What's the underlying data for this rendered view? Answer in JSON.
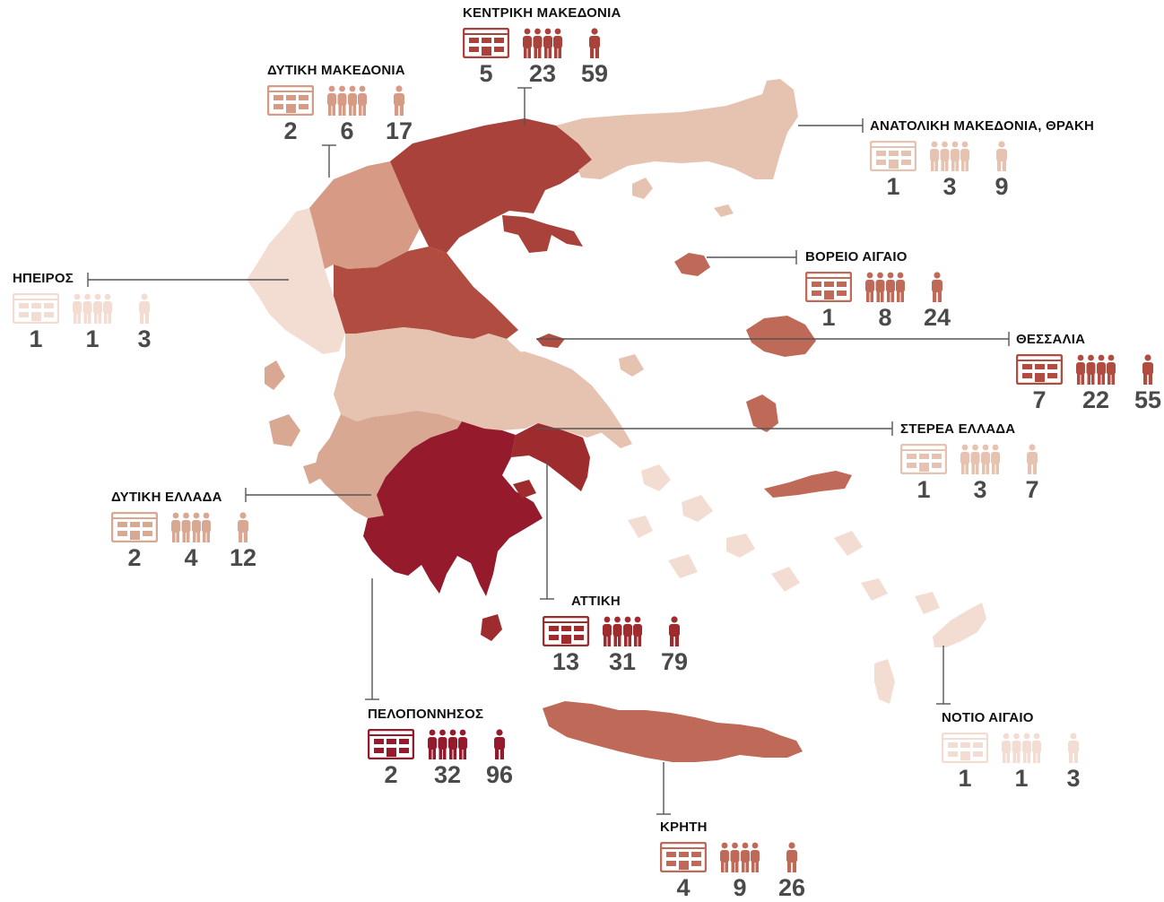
{
  "colors": {
    "level1": "#f3ddd2",
    "level2": "#e6c2b1",
    "level3": "#d69a85",
    "level4": "#bf6a58",
    "level5": "#a8423a",
    "level6": "#951a2b",
    "leader": "#555555",
    "number": "#4a4a4a"
  },
  "regions": [
    {
      "id": "kentriki-makedonia",
      "name": "ΚΕΝΤΡΙΚΗ ΜΑΚΕΔΟΝΙΑ",
      "schools": 5,
      "groups": 23,
      "people": 59,
      "color": "#a8423a"
    },
    {
      "id": "dytiki-makedonia",
      "name": "ΔΥΤΙΚΗ ΜΑΚΕΔΟΝΙΑ",
      "schools": 2,
      "groups": 6,
      "people": 17,
      "color": "#d69a85"
    },
    {
      "id": "anatoliki-makedonia-thraki",
      "name": "ΑΝΑΤΟΛΙΚΗ ΜΑΚΕΔΟΝΙΑ, ΘΡΑΚΗ",
      "schools": 1,
      "groups": 3,
      "people": 9,
      "color": "#e6c2b1"
    },
    {
      "id": "ipeiros",
      "name": "ΗΠΕΙΡΟΣ",
      "schools": 1,
      "groups": 1,
      "people": 3,
      "color": "#f3ddd2"
    },
    {
      "id": "voreio-aigaio",
      "name": "ΒΟΡΕΙΟ ΑΙΓΑΙΟ",
      "schools": 1,
      "groups": 8,
      "people": 24,
      "color": "#bf6a58"
    },
    {
      "id": "thessalia",
      "name": "ΘΕΣΣΑΛΙΑ",
      "schools": 7,
      "groups": 22,
      "people": 55,
      "color": "#b04c40"
    },
    {
      "id": "sterea-ellada",
      "name": "ΣΤΕΡΕΑ ΕΛΛΑΔΑ",
      "schools": 1,
      "groups": 3,
      "people": 7,
      "color": "#e6c2b1"
    },
    {
      "id": "dytiki-ellada",
      "name": "ΔΥΤΙΚΗ ΕΛΛΑΔΑ",
      "schools": 2,
      "groups": 4,
      "people": 12,
      "color": "#d9a893"
    },
    {
      "id": "attiki",
      "name": "ΑΤΤΙΚΗ",
      "schools": 13,
      "groups": 31,
      "people": 79,
      "color": "#9e2b2e"
    },
    {
      "id": "peloponnisos",
      "name": "ΠΕΛΟΠΟΝΝΗΣΟΣ",
      "schools": 2,
      "groups": 32,
      "people": 96,
      "color": "#951a2b"
    },
    {
      "id": "kriti",
      "name": "ΚΡΗΤΗ",
      "schools": 4,
      "groups": 9,
      "people": 26,
      "color": "#bf6a58"
    },
    {
      "id": "notio-aigaio",
      "name": "ΝΟΤΙΟ ΑΙΓΑΙΟ",
      "schools": 1,
      "groups": 1,
      "people": 3,
      "color": "#f3ddd2"
    }
  ]
}
